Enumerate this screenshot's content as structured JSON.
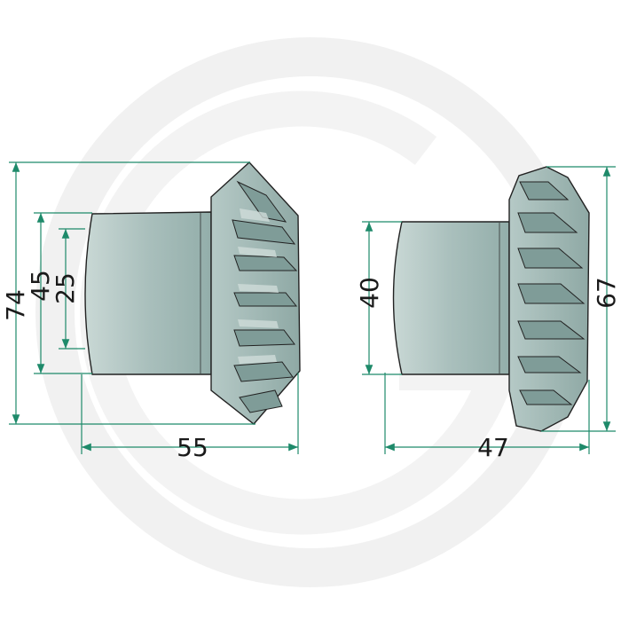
{
  "gear_left": {
    "dimensions": {
      "overall_height": "74",
      "hub_height": "45",
      "bore_diameter": "25",
      "overall_length": "55"
    }
  },
  "gear_right": {
    "dimensions": {
      "hub_height": "40",
      "overall_height": "67",
      "overall_length": "47"
    }
  },
  "colors": {
    "dimension_line": "#1e8a6a",
    "gear_fill": "#a9bfbc",
    "gear_fill_light": "#c9d8d5",
    "gear_fill_dark": "#7f9c98",
    "outline": "#222222",
    "watermark": "#f1f1f1"
  }
}
